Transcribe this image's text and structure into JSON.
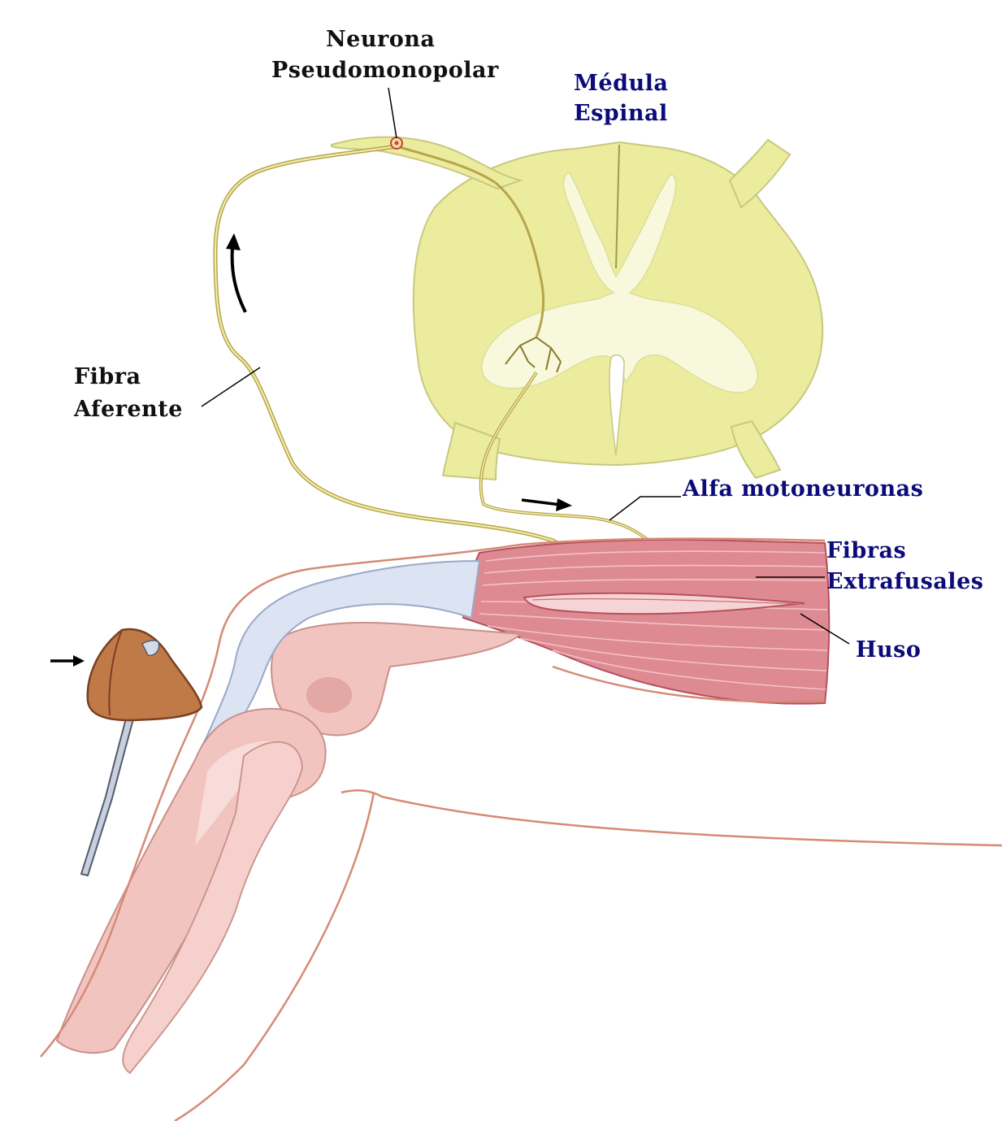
{
  "labels": {
    "neurona_line1": "Neurona",
    "neurona_line2": "Pseudomonopolar",
    "medula_line1": "Médula",
    "medula_line2": "Espinal",
    "fibra_line1": "Fibra",
    "fibra_line2": "Aferente",
    "alfa": "Alfa motoneuronas",
    "fibras_line1": "Fibras",
    "fibras_line2": "Extrafusales",
    "huso": "Huso"
  },
  "colors": {
    "label_black": "#111111",
    "label_blue": "#0b0b7a",
    "spinal_cord": "#ecec9f",
    "grey_matter": "#f8f8dd",
    "nerve": "#b6a54a",
    "muscle": "#d9707c",
    "tendon": "#dce3f2",
    "bone": "#f2c4c0",
    "skin_outline": "#d68a76",
    "hammer_head": "#b06a3d"
  },
  "icons": [
    "arrow-icon",
    "reflex-hammer-icon"
  ]
}
